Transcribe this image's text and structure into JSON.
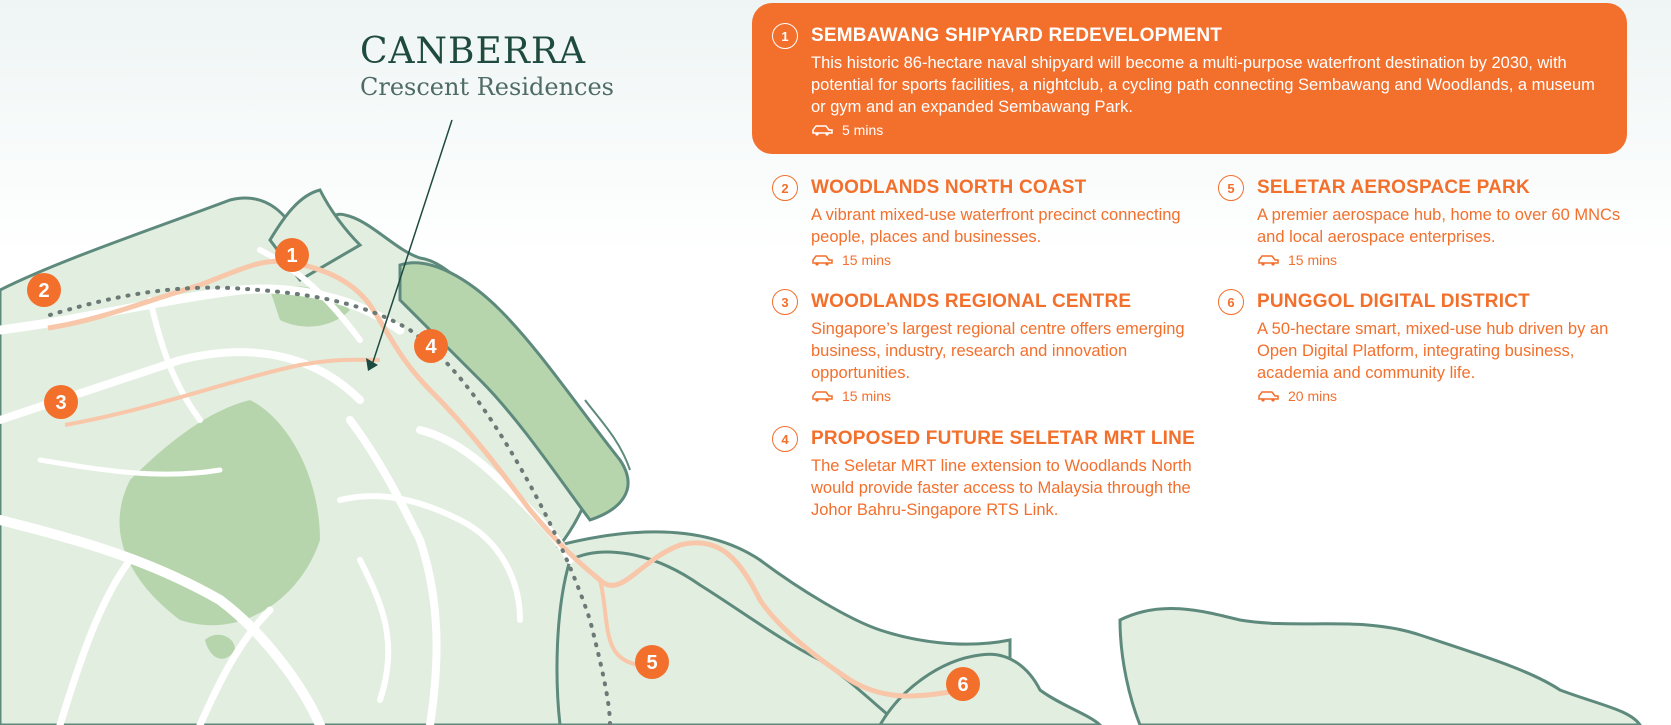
{
  "brand": {
    "name": "CANBERRA",
    "subtitle": "Crescent Residences"
  },
  "colors": {
    "accent": "#f36f2c",
    "land": "#e2eee0",
    "park": "#b7d5ad",
    "coast": "#5d8a7c",
    "road": "#ffffff"
  },
  "featured": {
    "number": "1",
    "title": "SEMBAWANG SHIPYARD REDEVELOPMENT",
    "description": "This historic 86-hectare naval shipyard will become a multi-purpose waterfront destination by 2030, with potential for sports facilities, a nightclub, a cycling path connecting Sembawang and Woodlands, a museum or gym and an expanded Sembawang Park.",
    "time": "5 mins",
    "icon": "car-icon"
  },
  "places": [
    {
      "number": "2",
      "title": "WOODLANDS NORTH COAST",
      "description": "A vibrant mixed-use waterfront precinct connecting people, places and businesses.",
      "time": "15 mins",
      "icon": "car-icon"
    },
    {
      "number": "3",
      "title": "WOODLANDS REGIONAL CENTRE",
      "description": "Singapore’s largest regional centre offers emerging business, industry, research and innovation opportunities.",
      "time": "15 mins",
      "icon": "car-icon"
    },
    {
      "number": "4",
      "title": "PROPOSED FUTURE SELETAR MRT LINE",
      "description": "The Seletar MRT line extension to Woodlands North would provide faster access to Malaysia through the Johor Bahru-Singapore RTS Link.",
      "time": "",
      "icon": ""
    },
    {
      "number": "5",
      "title": "SELETAR AEROSPACE PARK",
      "description": "A premier aerospace hub, home to over 60 MNCs and local aerospace enterprises.",
      "time": "15 mins",
      "icon": "car-icon"
    },
    {
      "number": "6",
      "title": "PUNGGOL DIGITAL DISTRICT",
      "description": "A 50-hectare smart, mixed-use hub driven by an Open Digital Platform, integrating business, academia and community life.",
      "time": "20 mins",
      "icon": "car-icon"
    }
  ],
  "map_markers": [
    "1",
    "2",
    "3",
    "4",
    "5",
    "6"
  ]
}
